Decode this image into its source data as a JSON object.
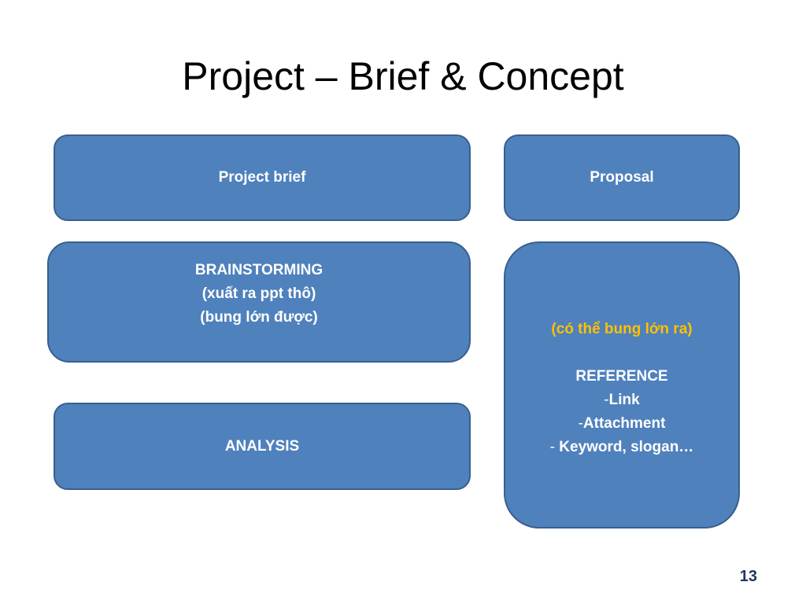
{
  "slide": {
    "title": "Project – Brief & Concept",
    "page_number": "13"
  },
  "boxes": {
    "project_brief": {
      "label": "Project brief"
    },
    "proposal": {
      "label": "Proposal"
    },
    "brainstorming": {
      "lines": [
        "BRAINSTORMING",
        "(xuất ra ppt thô)",
        "(bung lớn được)"
      ]
    },
    "analysis": {
      "label": "ANALYSIS"
    },
    "reference": {
      "note": "(có thể bung lớn ra)",
      "heading": "REFERENCE",
      "items": [
        {
          "dash": "-",
          "text": "Link"
        },
        {
          "dash": "-",
          "text": "Attachment"
        },
        {
          "dash": "- ",
          "text": "Keyword, slogan…"
        }
      ]
    }
  },
  "colors": {
    "box_fill": "#4f81bd",
    "box_border": "#3a5f8c",
    "box_text": "#ffffff",
    "highlight_text": "#ffc000",
    "page_number": "#1f3864"
  }
}
